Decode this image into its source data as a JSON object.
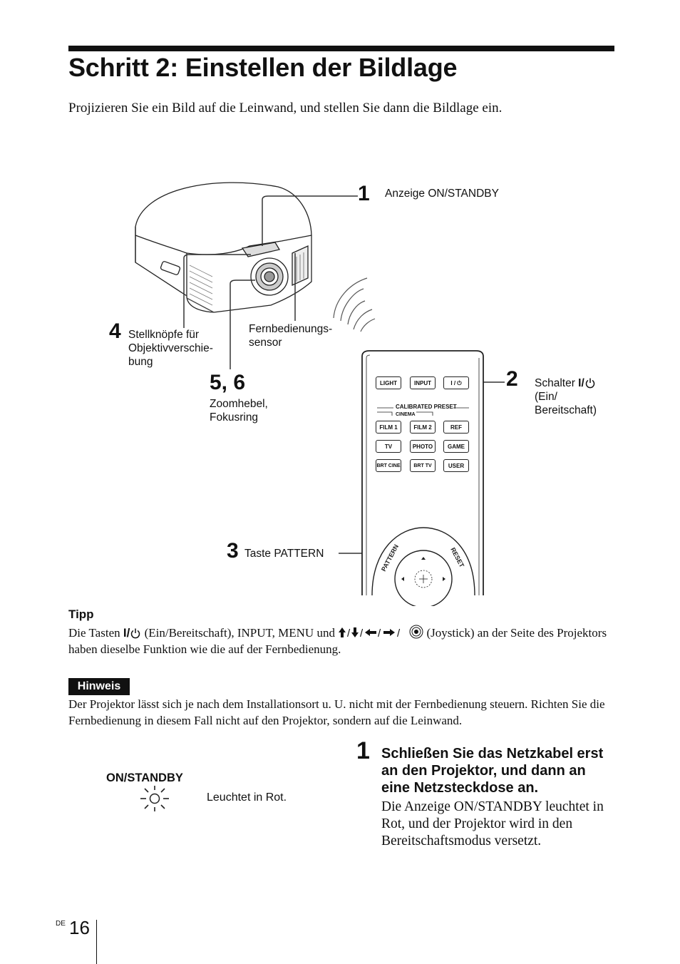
{
  "header": {
    "title": "Schritt 2: Einstellen der Bildlage",
    "intro": "Projizieren Sie ein Bild auf die Leinwand, und stellen Sie dann die Bildlage ein."
  },
  "figure": {
    "callout_1": {
      "number": "1",
      "label": "Anzeige ON/STANDBY"
    },
    "callout_2": {
      "number": "2",
      "label_prefix": "Schalter ",
      "label_switch": "I/",
      "label_rest": "(Ein/\nBereitschaft)"
    },
    "callout_3": {
      "number": "3",
      "label": "Taste PATTERN"
    },
    "callout_4": {
      "number": "4",
      "label": "Stellknöpfe für\nObjektivverschie-\nbung"
    },
    "callout_56": {
      "number": "5, 6",
      "label": "Zoomhebel,\nFokusring"
    },
    "sensor_label": "Fernbedienungs-\nsensor",
    "remote": {
      "top_buttons": [
        "LIGHT",
        "INPUT",
        "I / ⏻"
      ],
      "group_label": "CALIBRATED PRESET",
      "sub_group_label": "CINEMA",
      "preset_rows": [
        [
          "FILM 1",
          "FILM 2",
          "REF"
        ],
        [
          "TV",
          "PHOTO",
          "GAME"
        ],
        [
          "BRT CINE",
          "BRT TV",
          "USER"
        ]
      ],
      "pattern_label": "PATTERN",
      "reset_label": "RESET"
    }
  },
  "tip": {
    "title": "Tipp",
    "text_before": "Die Tasten ",
    "text_switch": "I/",
    "text_middle": " (Ein/Bereitschaft), INPUT, MENU und ",
    "text_after": " (Joystick) an der Seite des Projektors haben dieselbe Funktion wie die auf der Fernbedienung."
  },
  "note": {
    "badge": "Hinweis",
    "text": "Der Projektor lässt sich je nach dem Installationsort u. U. nicht mit der Fernbedienung steuern. Richten Sie die Fernbedienung in diesem Fall nicht auf den Projektor, sondern auf die Leinwand."
  },
  "step1": {
    "number": "1",
    "heading": "Schließen Sie das Netzkabel erst an den Projektor, und dann an eine Netzsteckdose an.",
    "body": "Die Anzeige ON/STANDBY leuchtet in Rot, und der Projektor wird in den Bereitschaftsmodus versetzt.",
    "indicator_label": "ON/STANDBY",
    "indicator_state": "Leuchtet in Rot."
  },
  "footer": {
    "lang": "DE",
    "page": "16"
  }
}
